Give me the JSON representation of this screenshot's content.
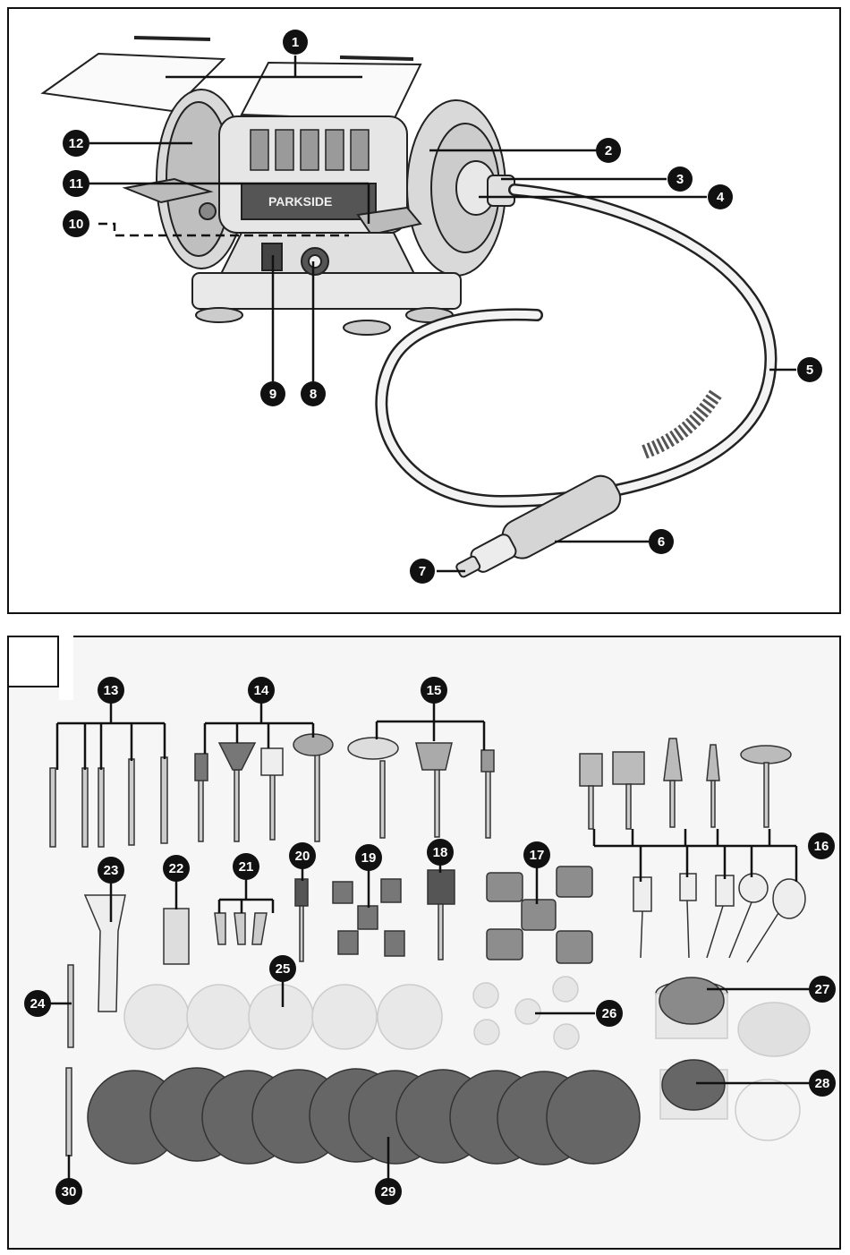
{
  "figure": {
    "brand_text": "PARKSIDE",
    "callouts": {
      "c1": "1",
      "c2": "2",
      "c3": "3",
      "c4": "4",
      "c5": "5",
      "c6": "6",
      "c7": "7",
      "c8": "8",
      "c9": "9",
      "c10": "10",
      "c11": "11",
      "c12": "12",
      "c13": "13",
      "c14": "14",
      "c15": "15",
      "c16": "16",
      "c17": "17",
      "c18": "18",
      "c19": "19",
      "c20": "20",
      "c21": "21",
      "c22": "22",
      "c23": "23",
      "c24": "24",
      "c25": "25",
      "c26": "26",
      "c27": "27",
      "c28": "28",
      "c29": "29",
      "c30": "30"
    }
  }
}
